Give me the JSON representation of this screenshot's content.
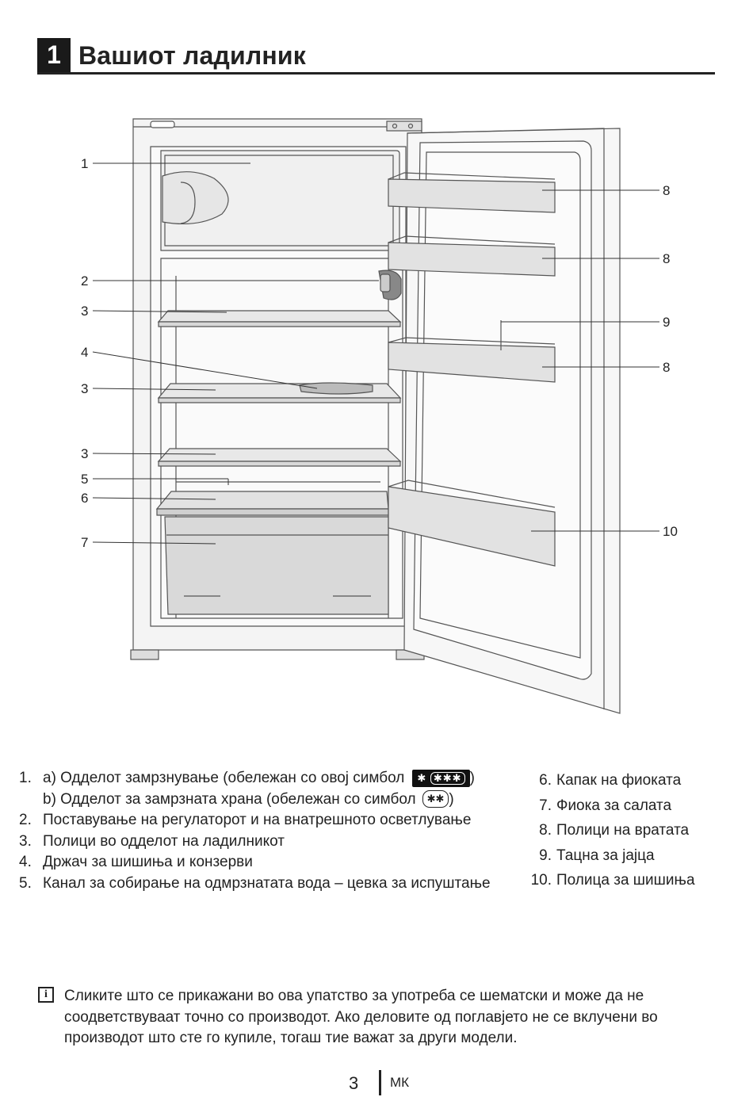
{
  "header": {
    "number": "1",
    "title": "Вашиот ладилник"
  },
  "diagram": {
    "callouts_left": [
      "1",
      "2",
      "3",
      "4",
      "3",
      "3",
      "5",
      "6",
      "7"
    ],
    "callouts_right": [
      "8",
      "8",
      "9",
      "8",
      "10"
    ]
  },
  "items": [
    {
      "n": "1.",
      "a": "a) Одделот замрзнување (обележан со овој симбол",
      "b": "b) Одделот за замрзната храна (обележан со симбол",
      "sym_a": "✱",
      "sym_a_stars": "✱✱✱",
      "sym_b": "✱✱"
    },
    {
      "n": "2.",
      "t": "Поставување на регулаторот и на внатрешното осветлување"
    },
    {
      "n": "3.",
      "t": "Полици во одделот на ладилникот"
    },
    {
      "n": "4.",
      "t": "Држач за шишиња и конзерви"
    },
    {
      "n": "5.",
      "t": "Канал за собирање на одмрзнатата вода – цевка за испуштање"
    }
  ],
  "items_right": [
    {
      "n": "6.",
      "t": "Капак на фиоката"
    },
    {
      "n": "7.",
      "t": "Фиока за салата"
    },
    {
      "n": "8.",
      "t": "Полици на вратата"
    },
    {
      "n": "9.",
      "t": "Тацна за јајца"
    },
    {
      "n": "10.",
      "t": "Полица за шишиња"
    }
  ],
  "note": {
    "icon": "i",
    "text": "Сликите што се прикажани во ова упатство за употреба се шематски и може да не соодветствуваат точно со производот. Ако деловите од поглавјето не се вклучени во производот што сте го купиле, тогаш тие важат за други модели."
  },
  "footer": {
    "page": "3",
    "lang": "МК"
  }
}
